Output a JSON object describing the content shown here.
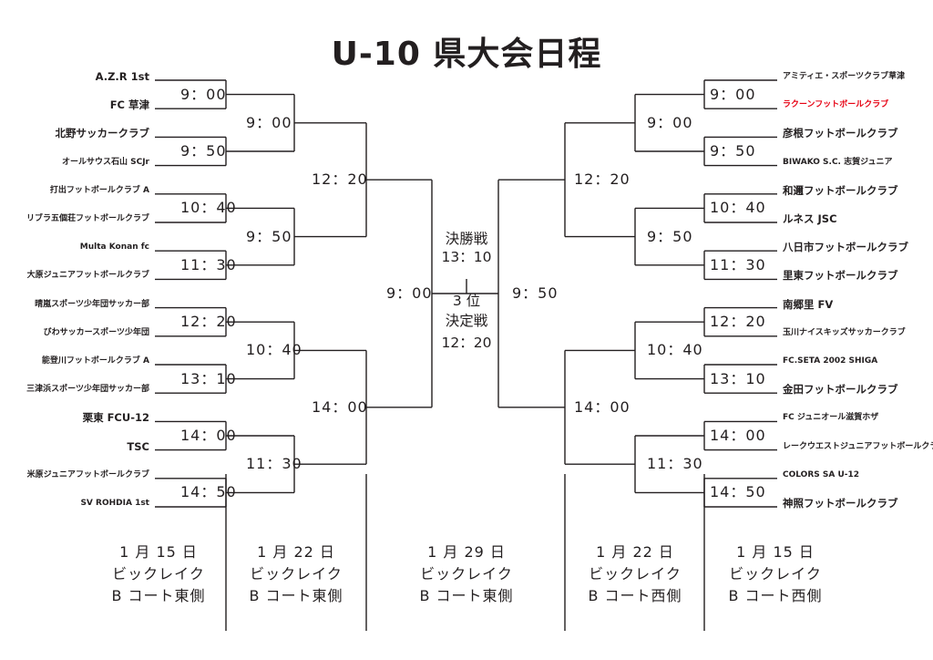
{
  "title": "U-10 県大会日程",
  "left_teams": [
    "A.Z.R 1st",
    "FC 草津",
    "北野サッカークラブ",
    "オールサウス石山 SCJr",
    "打出フットボールクラブ A",
    "リブラ五個荘フットボールクラブ",
    "Multa Konan fc",
    "大原ジュニアフットボールクラブ",
    "晴嵐スポーツ少年団サッカー部",
    "びわサッカースポーツ少年団",
    "能登川フットボールクラブ A",
    "三津浜スポーツ少年団サッカー部",
    "栗東 FCU-12",
    "TSC",
    "米原ジュニアフットボールクラブ",
    "SV ROHDIA 1st"
  ],
  "right_teams": [
    "アミティエ・スポーツクラブ草津",
    "ラクーンフットボールクラブ",
    "彦根フットボールクラブ",
    "BIWAKO S.C. 志賀ジュニア",
    "和邇フットボールクラブ",
    "ルネス JSC",
    "八日市フットボールクラブ",
    "里東フットボールクラブ",
    "南郷里 FV",
    "玉川ナイスキッズサッカークラブ",
    "FC.SETA 2002 SHIGA",
    "金田フットボールクラブ",
    "FC ジュニオール滋賀ホザ",
    "レークウエストジュニアフットボールクラブ",
    "COLORS SA U-12",
    "神照フットボールクラブ"
  ],
  "highlight_color": "#e60012",
  "line_color": "#231f20",
  "left_round1_times": [
    "9：00",
    "9：50",
    "10：40",
    "11：30",
    "12：20",
    "13：10",
    "14：00",
    "14：50"
  ],
  "left_round2_times": [
    "9：00",
    "9：50",
    "10：40",
    "11：30"
  ],
  "left_round3_times": [
    "12：20",
    "14：00"
  ],
  "left_semi_time": "9：00",
  "right_round1_times": [
    "9：00",
    "9：50",
    "10：40",
    "11：30",
    "12：20",
    "13：10",
    "14：00",
    "14：50"
  ],
  "right_round2_times": [
    "9：00",
    "9：50",
    "10：40",
    "11：30"
  ],
  "right_round3_times": [
    "12：20",
    "14：00"
  ],
  "right_semi_time": "9：50",
  "final": {
    "label": "決勝戦",
    "time": "13：10"
  },
  "third_place": {
    "label_1": "3 位",
    "label_2": "決定戦",
    "time": "12：20"
  },
  "footers": [
    {
      "date": "1 月 15 日",
      "venue": "ビックレイク",
      "court": "B コート東側"
    },
    {
      "date": "1 月 22 日",
      "venue": "ビックレイク",
      "court": "B コート東側"
    },
    {
      "date": "1 月 29 日",
      "venue": "ビックレイク",
      "court": "B コート東側"
    },
    {
      "date": "1 月 22 日",
      "venue": "ビックレイク",
      "court": "B コート西側"
    },
    {
      "date": "1 月 15 日",
      "venue": "ビックレイク",
      "court": "B コート西側"
    }
  ]
}
